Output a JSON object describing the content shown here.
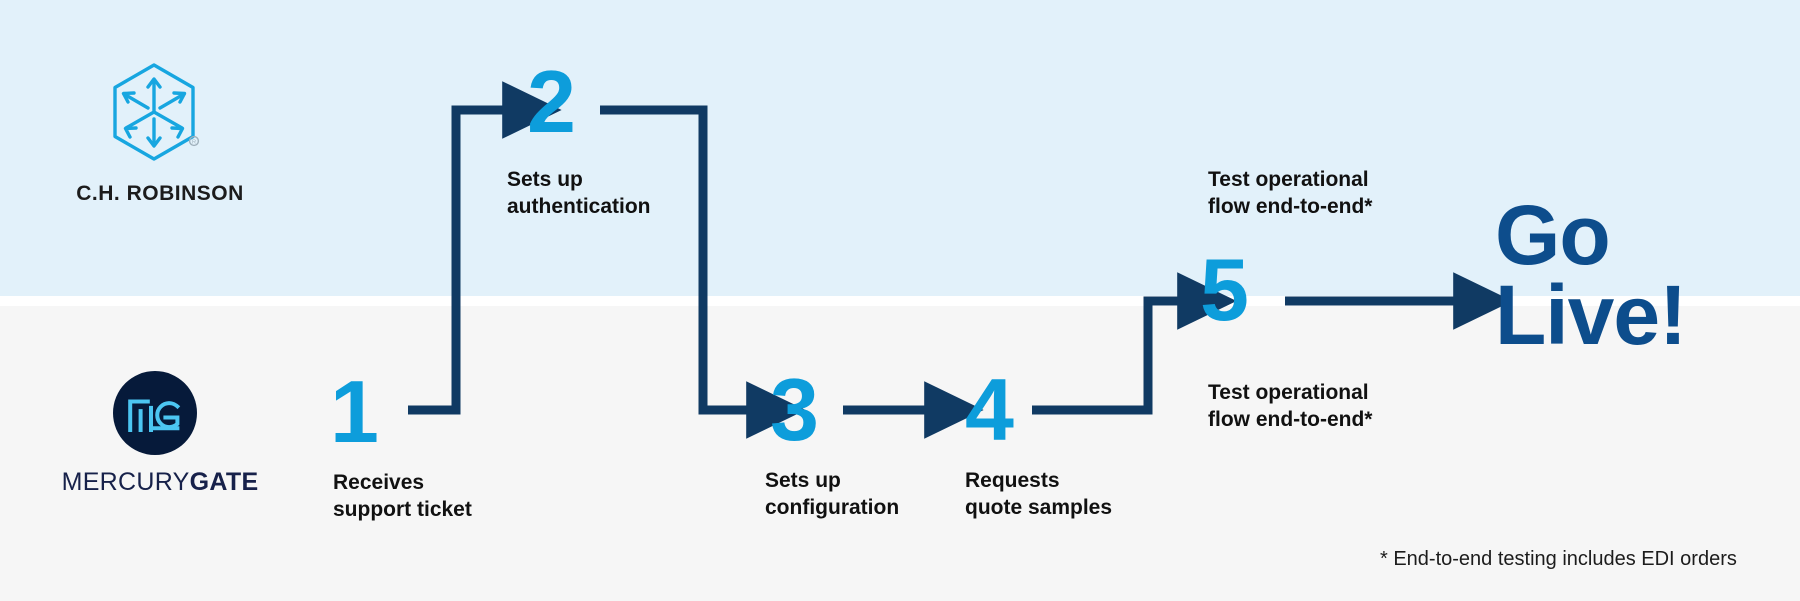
{
  "background": {
    "top_band_color": "#e2f1fa",
    "bottom_band_color": "#f6f6f6",
    "divider_color": "#ffffff"
  },
  "palette": {
    "step_number_blue": "#0d9ddb",
    "connector_navy": "#103a63",
    "golive_blue": "#0d4d8c",
    "caption_black": "#111111",
    "mercurygate_navy": "#17214a",
    "mercurygate_circle": "#061a3a",
    "mercurygate_mark": "#4cc6f2"
  },
  "lanes": {
    "top": {
      "actor": "C.H. ROBINSON"
    },
    "bottom": {
      "actor": "MERCURYGATE"
    }
  },
  "logos": {
    "chrobinson": {
      "name": "C.H. ROBINSON",
      "wordmark": "C.H. ROBINSON",
      "icon": "hexagon-cube-arrows-icon",
      "registered_mark": "®"
    },
    "mercurygate": {
      "name": "MercuryGate",
      "wordmark_light": "MERCURY",
      "wordmark_bold": "GATE",
      "icon": "mg-monogram-icon"
    }
  },
  "steps": [
    {
      "number": "1",
      "lane": "bottom",
      "label_line1": "Receives",
      "label_line2": "support ticket"
    },
    {
      "number": "2",
      "lane": "top",
      "label_line1": "Sets up",
      "label_line2": "authentication"
    },
    {
      "number": "3",
      "lane": "bottom",
      "label_line1": "Sets up",
      "label_line2": "configuration"
    },
    {
      "number": "4",
      "lane": "bottom",
      "label_line1": "Requests",
      "label_line2": "quote samples"
    },
    {
      "number": "5",
      "lane": "both",
      "label_above_line1": "Test operational",
      "label_above_line2": "flow end-to-end*",
      "label_below_line1": "Test operational",
      "label_below_line2": "flow end-to-end*"
    }
  ],
  "outcome": {
    "line1": "Go",
    "line2": "Live!"
  },
  "footnote": {
    "text": "* End-to-end testing includes EDI orders"
  }
}
